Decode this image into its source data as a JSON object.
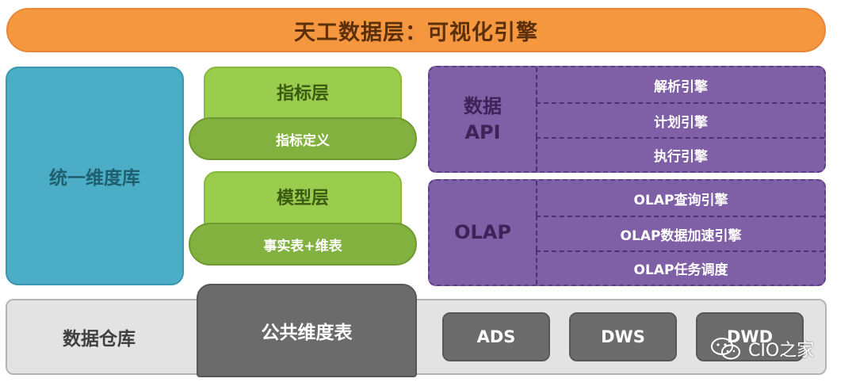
{
  "banner": {
    "title": "天工数据层：可视化引擎"
  },
  "dim_library": {
    "label": "统一维度库"
  },
  "metric": {
    "title": "指标层",
    "pill": "指标定义"
  },
  "model": {
    "title": "模型层",
    "pill": "事实表+维表"
  },
  "data_api": {
    "label_line1": "数据",
    "label_line2": "API",
    "rows": [
      "解析引擎",
      "计划引擎",
      "执行引擎"
    ]
  },
  "olap": {
    "label": "OLAP",
    "rows": [
      "OLAP查询引擎",
      "OLAP数据加速引擎",
      "OLAP任务调度"
    ]
  },
  "warehouse": {
    "label": "数据仓库",
    "public_dim": "公共维度表",
    "layers": [
      "ADS",
      "DWS",
      "DWD"
    ]
  },
  "watermark": {
    "text": "CIO之家",
    "icon": "wechat-icon"
  },
  "colors": {
    "banner": "#f5973f",
    "dim_library": "#4badc6",
    "green": "#9acd4d",
    "purple": "#7f5fa6",
    "gray": "#6b6b6b"
  }
}
